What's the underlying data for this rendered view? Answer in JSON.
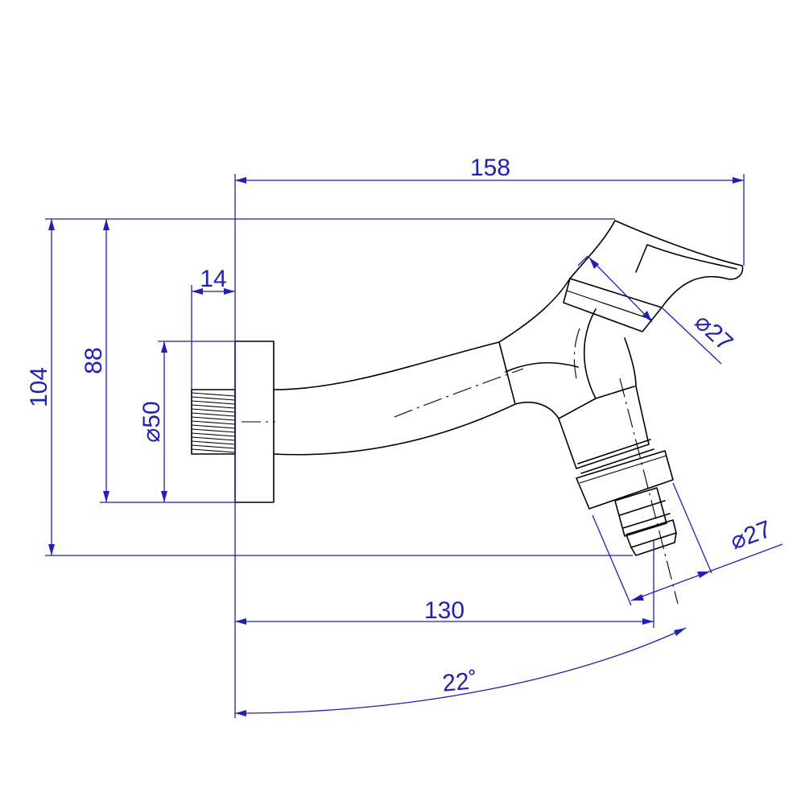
{
  "dimensions": {
    "overall_length": "158",
    "overall_height": "104",
    "flange_height": "88",
    "flange_diameter": "⌀50",
    "thread_length": "14",
    "handle_diameter": "⌀27",
    "outlet_diameter": "⌀27",
    "projection": "130",
    "spout_angle": "22˚"
  },
  "colors": {
    "dimension": "#1f1fbf",
    "outline": "#000000",
    "background": "#ffffff"
  }
}
